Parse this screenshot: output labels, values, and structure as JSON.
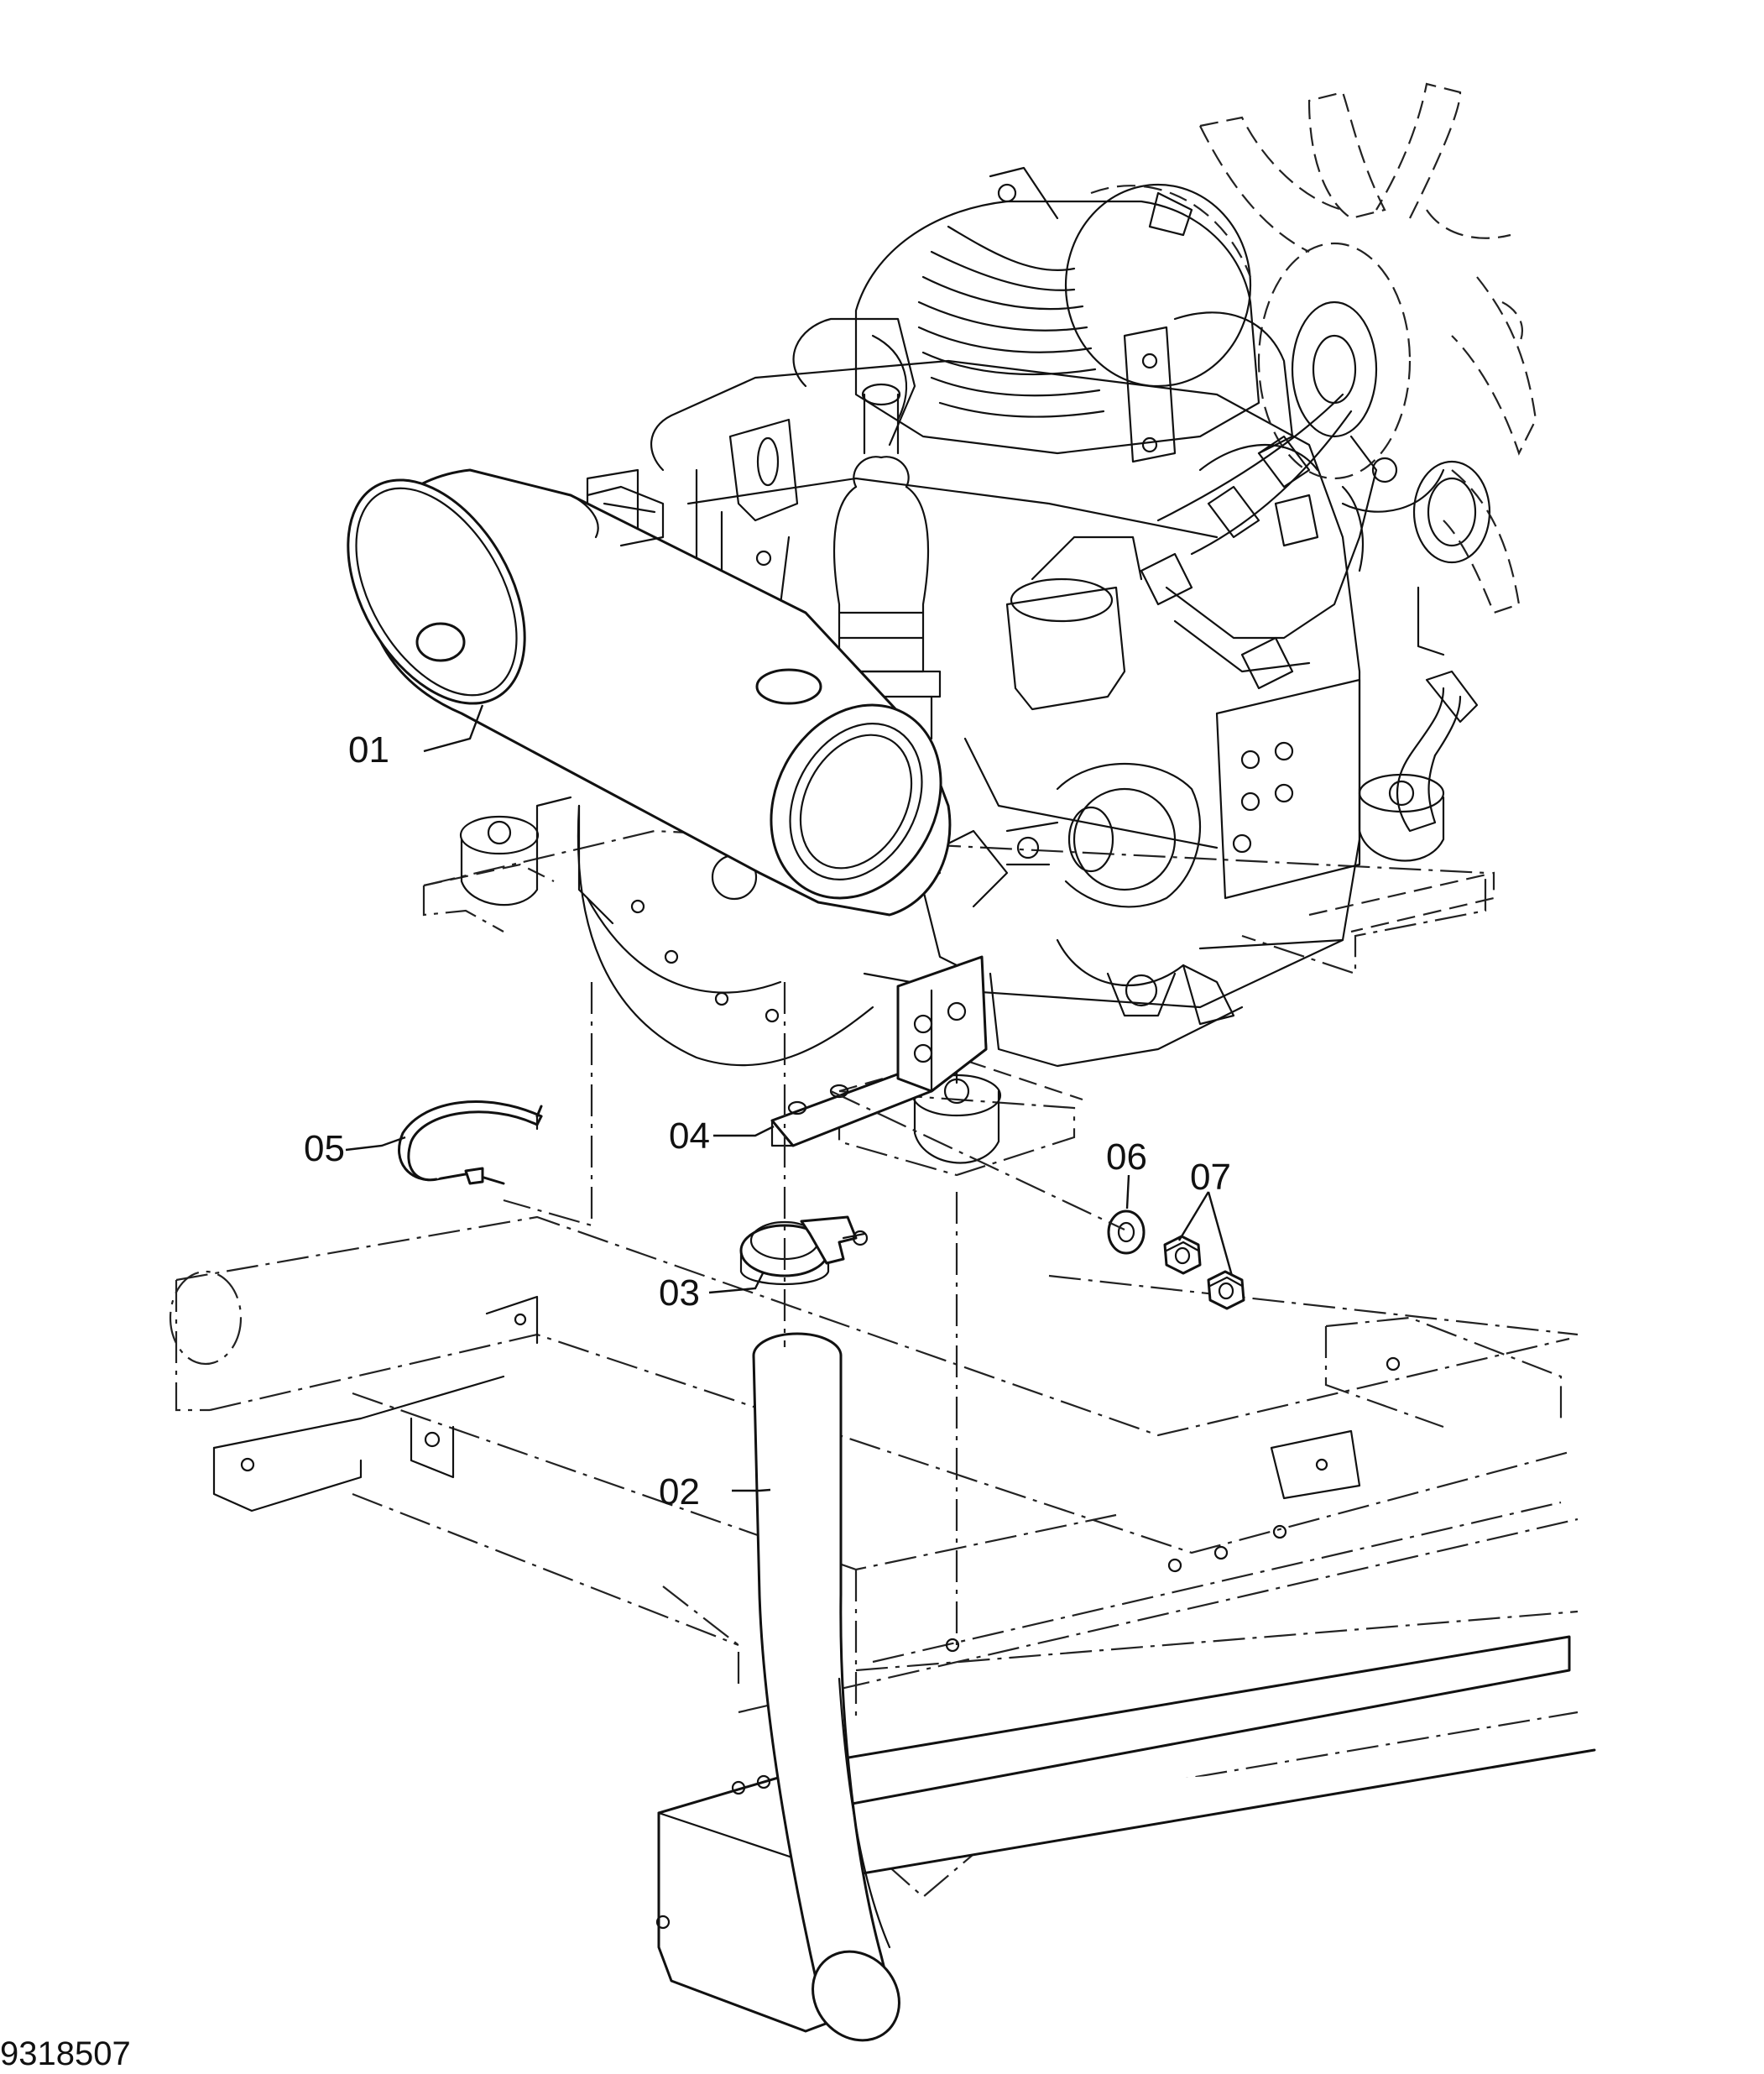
{
  "drawing_number": "9318507",
  "callouts": {
    "c01": "01",
    "c02": "02",
    "c03": "03",
    "c04": "04",
    "c05": "05",
    "c06": "06",
    "c07": "07"
  }
}
